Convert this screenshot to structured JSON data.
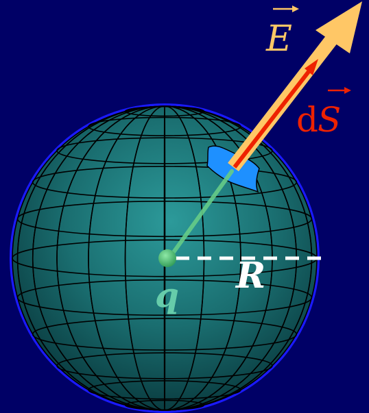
{
  "labels": {
    "field_vector": "E",
    "area_vector_prefix": "d",
    "area_vector_symbol": "S",
    "radius": "R",
    "charge": "q"
  },
  "colors": {
    "background": "#000066",
    "sphere_edge": "#1a1aff",
    "sphere_center": "#2a8f8f",
    "sphere_outer": "#0c4a4a",
    "grid_lines": "#000000",
    "field_arrow": "#ffc766",
    "area_arrow": "#ee2200",
    "area_patch": "#1e90ff",
    "radius_line": "#ffffff",
    "charge_dot": "#4cc070",
    "charge_line": "#66cc88",
    "charge_label": "#66ccaa",
    "field_label": "#ffc766",
    "area_label": "#ee2200"
  }
}
